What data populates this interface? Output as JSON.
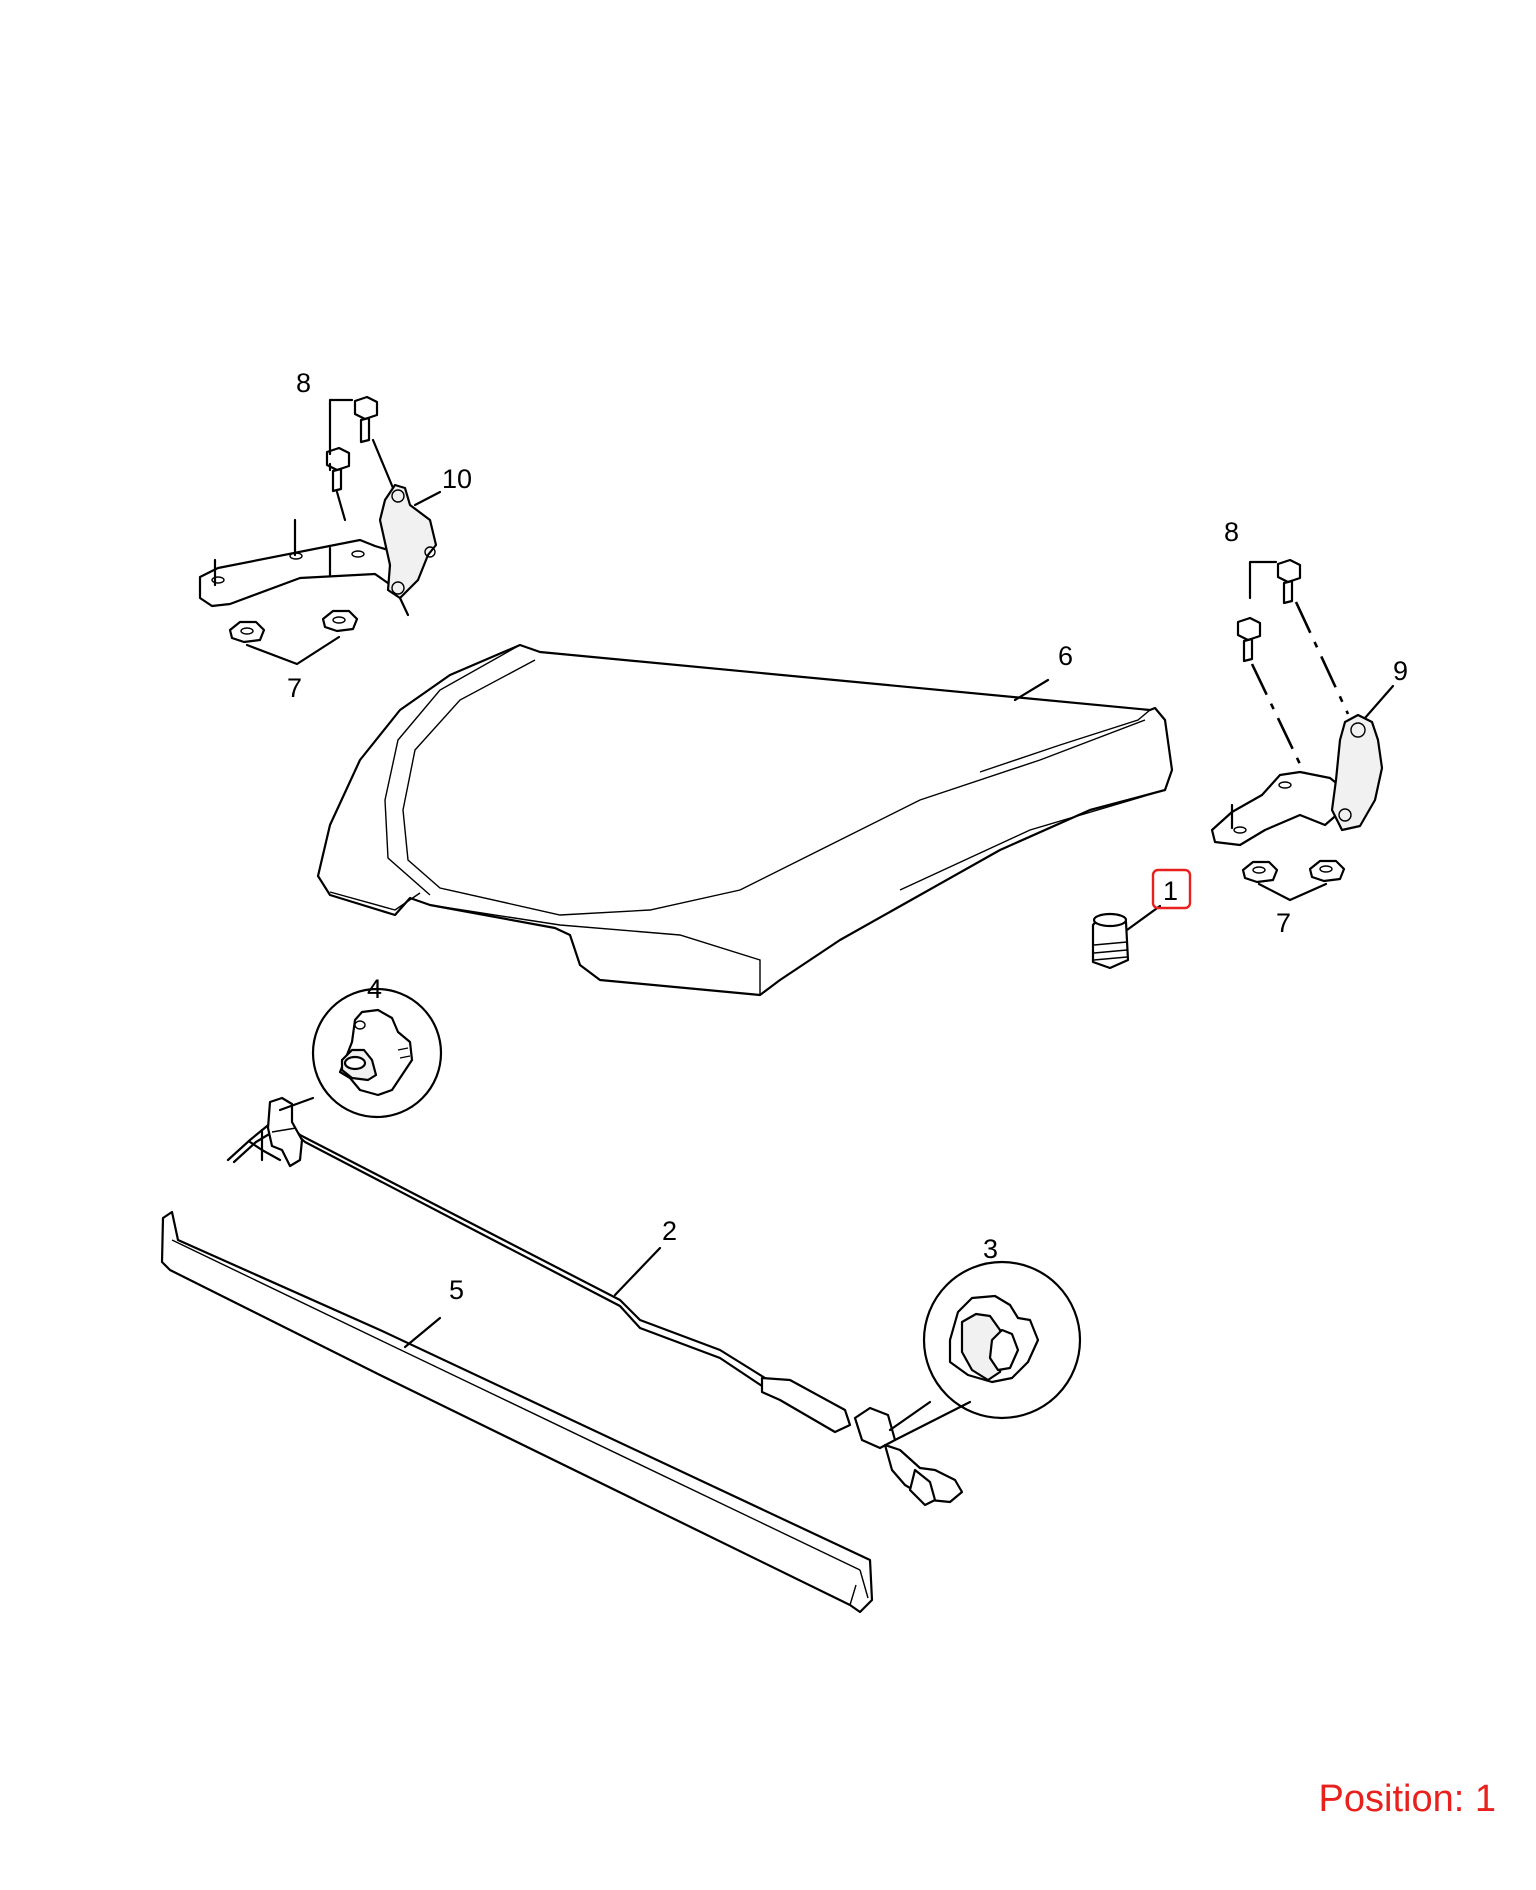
{
  "callouts": {
    "c1": "1",
    "c2": "2",
    "c3": "3",
    "c4": "4",
    "c5": "5",
    "c6": "6",
    "c7_left": "7",
    "c7_right": "7",
    "c8_left": "8",
    "c8_right": "8",
    "c9": "9",
    "c10": "10"
  },
  "position": {
    "text": "Position: 1",
    "selected_part": "1"
  },
  "colors": {
    "highlight": "#e8211d",
    "line": "#000000",
    "background": "#ffffff"
  }
}
